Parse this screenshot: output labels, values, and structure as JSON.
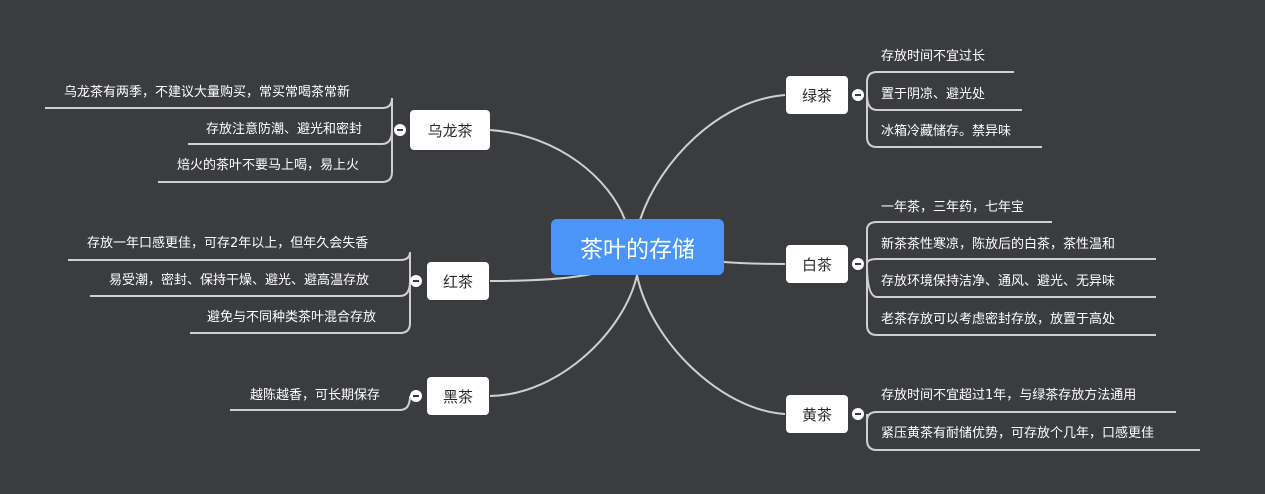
{
  "central": "茶叶的存储",
  "colors": {
    "background": "#3a3c3f",
    "central": "#4a95f7",
    "line": "#d0d0d0"
  },
  "branches": {
    "wulong": {
      "label": "乌龙茶",
      "leaves": [
        "乌龙茶有两季，不建议大量购买，常买常喝茶常新",
        "存放注意防潮、避光和密封",
        "焙火的茶叶不要马上喝，易上火"
      ]
    },
    "hong": {
      "label": "红茶",
      "leaves": [
        "存放一年口感更佳，可存2年以上，但年久会失香",
        "易受潮，密封、保持干燥、避光、避高温存放",
        "避免与不同种类茶叶混合存放"
      ]
    },
    "hei": {
      "label": "黑茶",
      "leaves": [
        "越陈越香，可长期保存"
      ]
    },
    "lv": {
      "label": "绿茶",
      "leaves": [
        "存放时间不宜过长",
        "置于阴凉、避光处",
        "冰箱冷藏储存。禁异味"
      ]
    },
    "bai": {
      "label": "白茶",
      "leaves": [
        "一年茶，三年药，七年宝",
        "新茶茶性寒凉，陈放后的白茶，茶性温和",
        "存放环境保持洁净、通风、避光、无异味",
        "老茶存放可以考虑密封存放，放置于高处"
      ]
    },
    "huang": {
      "label": "黄茶",
      "leaves": [
        "存放时间不宜超过1年，与绿茶存放方法通用",
        "紧压黄茶有耐储优势，可存放个几年，口感更佳"
      ]
    }
  }
}
